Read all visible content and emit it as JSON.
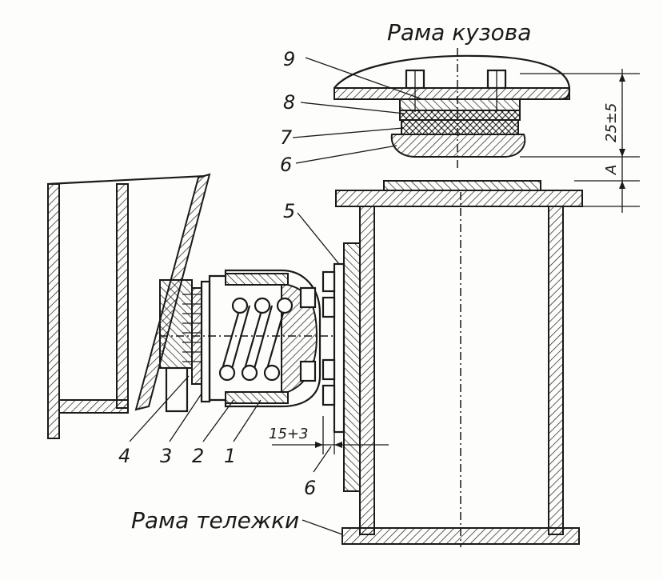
{
  "labels": {
    "body_frame": "Рама кузова",
    "bogie_frame": "Рама тележки",
    "n1": "1",
    "n2": "2",
    "n3": "3",
    "n4": "4",
    "n5": "5",
    "n6a": "6",
    "n6b": "6",
    "n7": "7",
    "n8": "8",
    "n9": "9",
    "dim_gap": "15+3",
    "dim_height": "25±5",
    "dim_a": "A"
  }
}
